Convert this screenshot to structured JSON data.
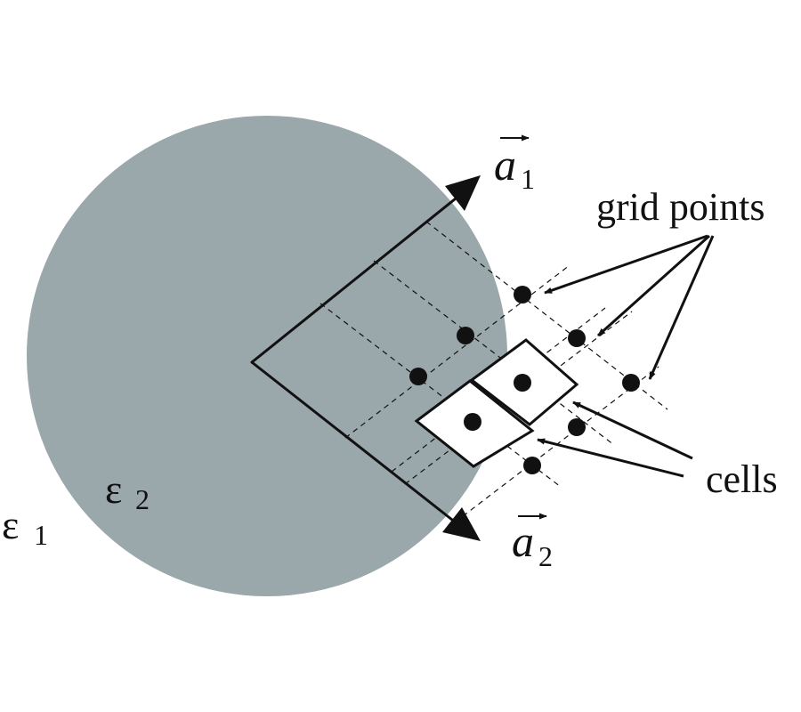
{
  "diagram": {
    "labels": {
      "a1_symbol": "a",
      "a1_subscript": "1",
      "a2_symbol": "a",
      "a2_subscript": "2",
      "grid_points": "grid points",
      "cells": "cells",
      "eps1_symbol": "ε",
      "eps1_subscript": "1",
      "eps2_symbol": "ε",
      "eps2_subscript": "2"
    },
    "colors": {
      "region": "#9aa7ab",
      "ink": "#111111",
      "background": "#ffffff"
    }
  }
}
